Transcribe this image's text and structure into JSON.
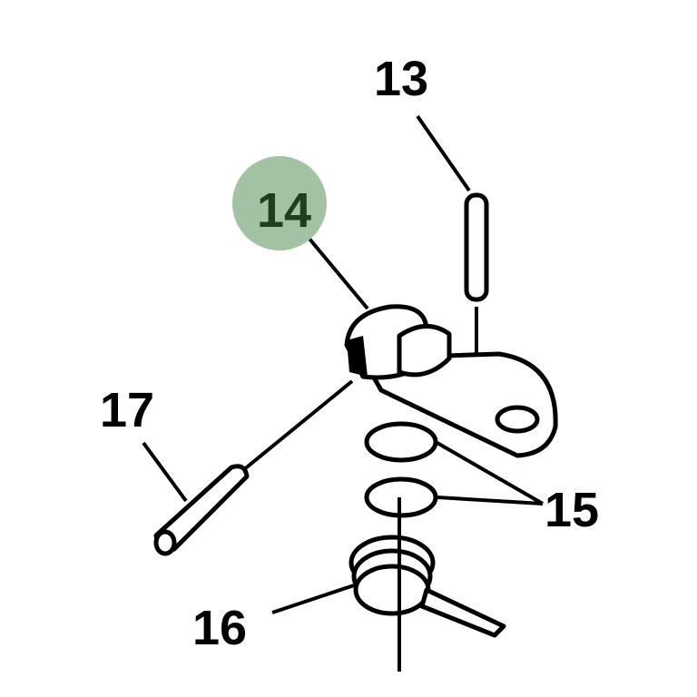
{
  "callouts": [
    {
      "id": "13",
      "label": "13"
    },
    {
      "id": "14",
      "label": "14",
      "highlighted": true
    },
    {
      "id": "15",
      "label": "15"
    },
    {
      "id": "16",
      "label": "16"
    },
    {
      "id": "17",
      "label": "17"
    }
  ],
  "colors": {
    "highlight_fill": "#a3c2a3",
    "highlight_text": "#1f3d1f",
    "line": "#000000"
  }
}
